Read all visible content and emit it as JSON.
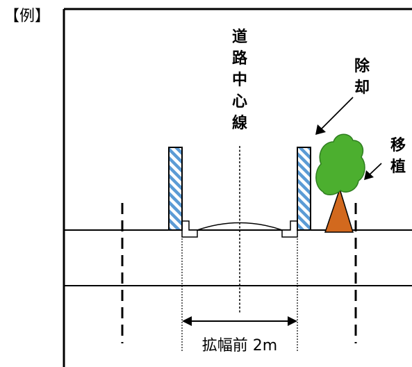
{
  "example_label": "【例】",
  "road_centerline": [
    "道",
    "路",
    "中",
    "心",
    "線"
  ],
  "remove_label": [
    "除",
    "却"
  ],
  "transplant_label": [
    "移",
    "植"
  ],
  "dimension_label": "拡幅前 2m",
  "colors": {
    "line": "#000000",
    "post_stripe": "#5b9bd5",
    "tree_foliage": "#4caf2f",
    "tree_foliage_dark": "#2e7d1f",
    "tree_trunk": "#d2691e"
  }
}
